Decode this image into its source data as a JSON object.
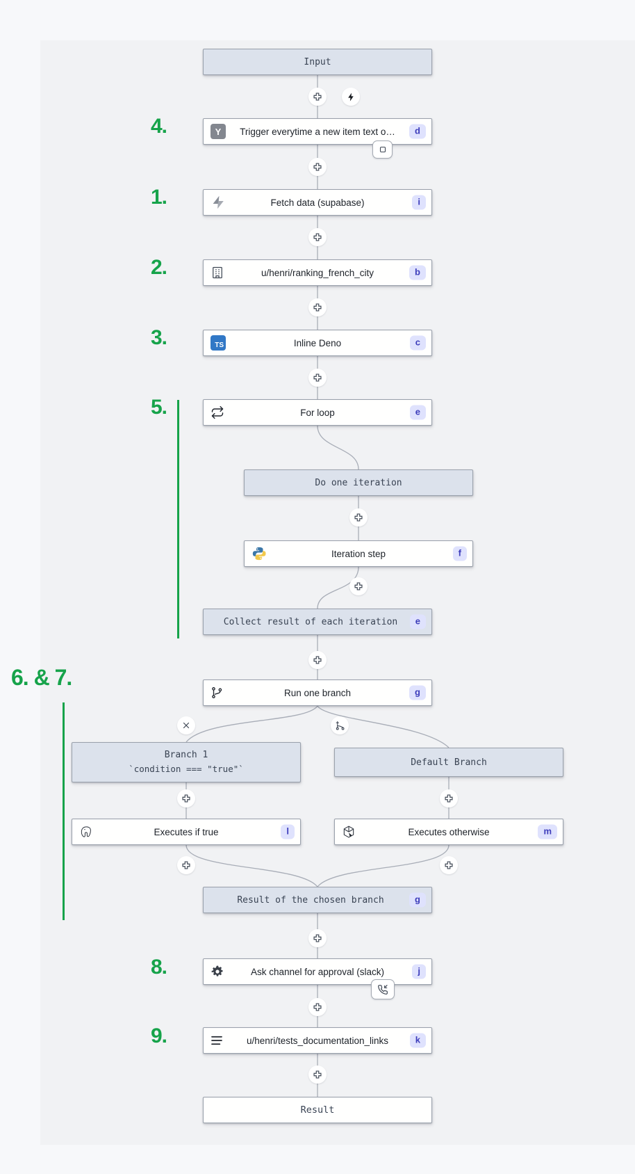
{
  "colors": {
    "annotation_green": "#16a34a",
    "badge_bg": "#dfe2fd",
    "badge_text": "#3d3dbb",
    "virtual_node_bg": "#dce2ec",
    "node_border": "#9aa1ac",
    "typescript_blue": "#3178c6",
    "hackernews_gray": "#83878f"
  },
  "annotations": {
    "a4": "4.",
    "a1": "1.",
    "a2": "2.",
    "a3": "3.",
    "a5": "5.",
    "a67": "6. & 7.",
    "a8": "8.",
    "a9": "9."
  },
  "nodes": {
    "input": {
      "label": "Input"
    },
    "trigger": {
      "label": "Trigger everytime a new item text o…",
      "badge": "d",
      "icon": "hackernews"
    },
    "fetch_data": {
      "label": "Fetch data (supabase)",
      "badge": "i",
      "icon": "supabase"
    },
    "ranking": {
      "label": "u/henri/ranking_french_city",
      "badge": "b",
      "icon": "building"
    },
    "inline_deno": {
      "label": "Inline Deno",
      "badge": "c",
      "icon": "typescript"
    },
    "for_loop": {
      "label": "For loop",
      "badge": "e",
      "icon": "repeat"
    },
    "do_one_iteration": {
      "label": "Do one iteration"
    },
    "iteration_step": {
      "label": "Iteration step",
      "badge": "f",
      "icon": "python"
    },
    "collect_result": {
      "label": "Collect result of each iteration",
      "badge": "e"
    },
    "run_one_branch": {
      "label": "Run one branch",
      "badge": "g",
      "icon": "git-branch"
    },
    "branch_1": {
      "label": "Branch 1",
      "sublabel": "`condition === \"true\"`"
    },
    "default_branch": {
      "label": "Default Branch"
    },
    "executes_if_true": {
      "label": "Executes if true",
      "badge": "l",
      "icon": "postgresql"
    },
    "executes_otherwise": {
      "label": "Executes otherwise",
      "badge": "m",
      "icon": "cube"
    },
    "chosen_branch_result": {
      "label": "Result of the chosen branch",
      "badge": "g"
    },
    "ask_approval": {
      "label": "Ask channel for approval (slack)",
      "badge": "j",
      "icon": "gear"
    },
    "tests_documentation": {
      "label": "u/henri/tests_documentation_links",
      "badge": "k",
      "icon": "menu"
    },
    "result": {
      "label": "Result"
    }
  },
  "glyphs": {
    "hackernews_letter": "Y",
    "typescript_letters": "TS"
  }
}
